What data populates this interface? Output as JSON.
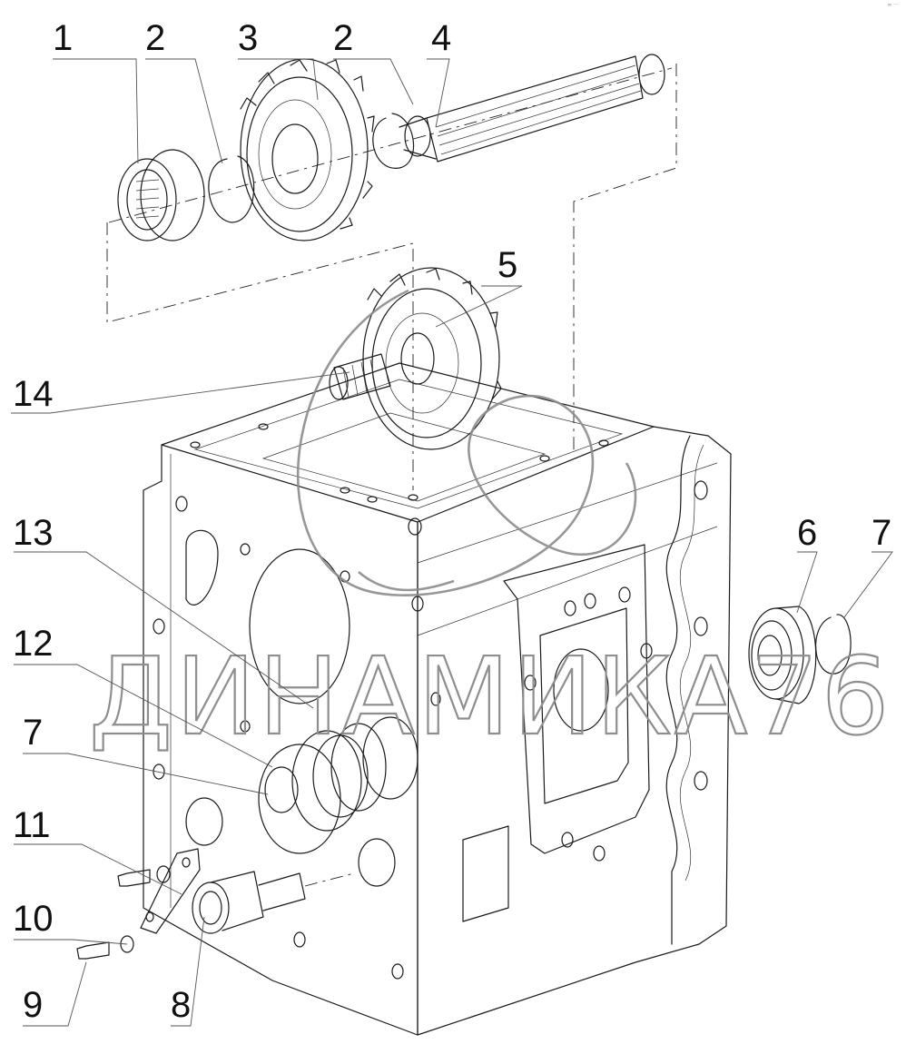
{
  "diagram": {
    "title": "Gearbox housing exploded view",
    "watermark": "ДИНАМИКА76",
    "corner_mark": "∞ ···",
    "callouts": [
      {
        "id": "c1",
        "label": "1"
      },
      {
        "id": "c2a",
        "label": "2"
      },
      {
        "id": "c3",
        "label": "3"
      },
      {
        "id": "c2b",
        "label": "2"
      },
      {
        "id": "c4",
        "label": "4"
      },
      {
        "id": "c5",
        "label": "5"
      },
      {
        "id": "c14",
        "label": "14"
      },
      {
        "id": "c13",
        "label": "13"
      },
      {
        "id": "c12",
        "label": "12"
      },
      {
        "id": "c7a",
        "label": "7"
      },
      {
        "id": "c11",
        "label": "11"
      },
      {
        "id": "c10",
        "label": "10"
      },
      {
        "id": "c9",
        "label": "9"
      },
      {
        "id": "c8",
        "label": "8"
      },
      {
        "id": "c6",
        "label": "6"
      },
      {
        "id": "c7b",
        "label": "7"
      }
    ],
    "parts": [
      "small-gear",
      "snap-ring",
      "large-gear",
      "snap-ring",
      "splined-shaft",
      "idler-gear",
      "bearing",
      "bearing-snap-ring",
      "axle",
      "bolt",
      "washer",
      "lock-plate",
      "bearing-cup",
      "cover-plate",
      "needle-bearing"
    ],
    "colors": {
      "line": "#1a1a1a",
      "watermark": "#8e8e8e",
      "background": "#ffffff"
    }
  }
}
